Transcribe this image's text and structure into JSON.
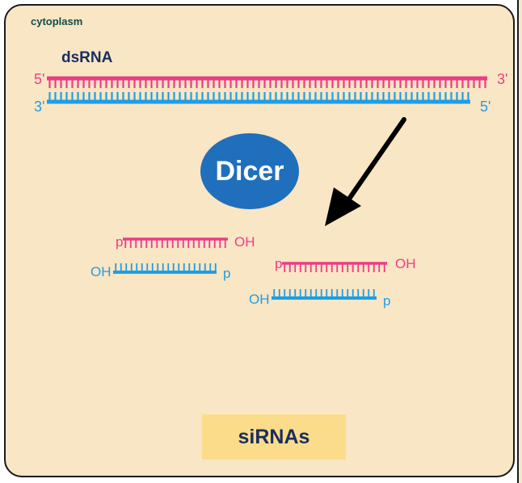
{
  "labels": {
    "compartment": "cytoplasm",
    "dsrna": "dsRNA",
    "enzyme": "Dicer",
    "product": "siRNAs"
  },
  "ends": {
    "five_prime": "5'",
    "three_prime": "3'",
    "phosphate": "p",
    "hydroxyl": "OH"
  },
  "colors": {
    "sense": "#ec3d86",
    "antisense": "#1e9ee6",
    "enzyme": "#1f6fbd",
    "cytoplasm": "#f9e6c4",
    "product_box": "#fbdc8a"
  }
}
